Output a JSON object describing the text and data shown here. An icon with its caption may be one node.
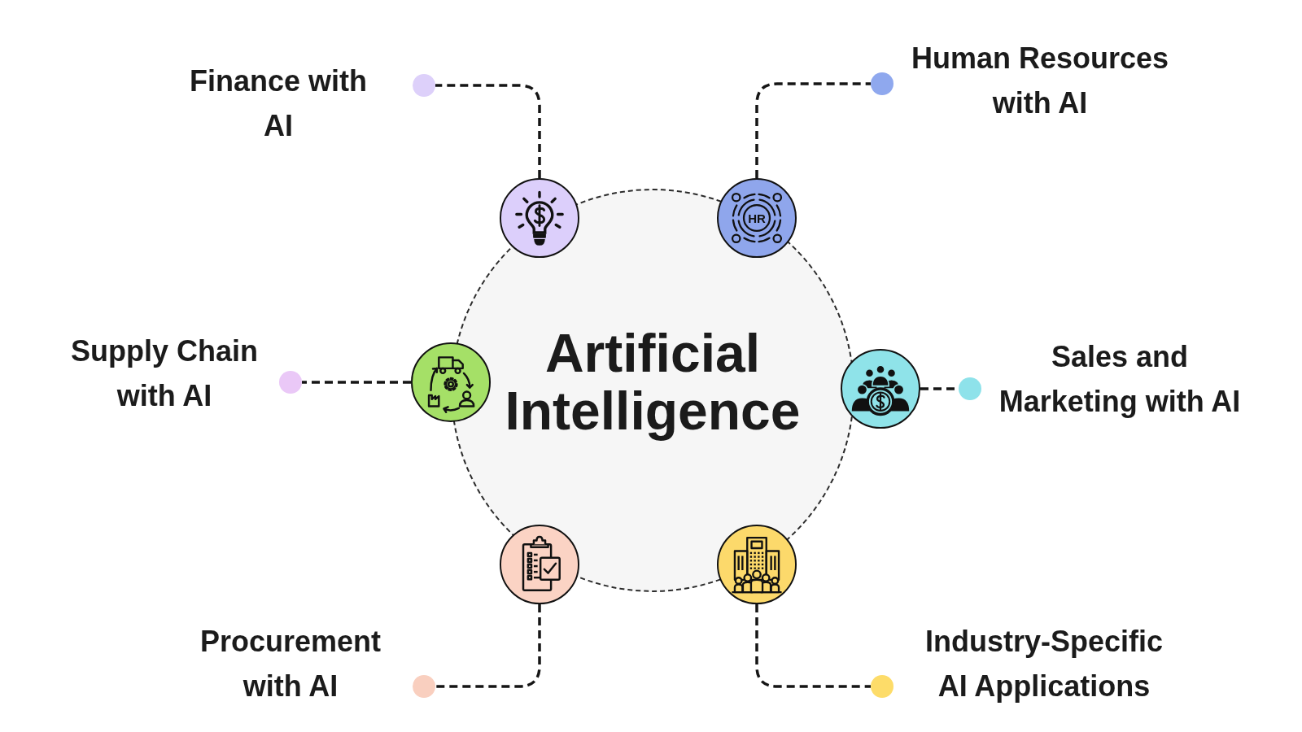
{
  "diagram": {
    "nodes": [
      {
        "text": [
          "Artificial Intelligence"
        ]
      },
      {
        "text": [],
        "shape": "picture"
      },
      {
        "text": [
          "HR"
        ]
      },
      {
        "text": [],
        "shape": "picture"
      },
      {
        "text": [],
        "shape": "picture"
      },
      {
        "text": [],
        "shape": "picture"
      },
      {
        "text": [],
        "shape": "picture"
      },
      {
        "text": [],
        "shape": "circle",
        "beside": [
          "Finance with AI"
        ]
      },
      {
        "text": [],
        "shape": "circle",
        "beside": [
          "Human Resources with AI"
        ]
      },
      {
        "text": [],
        "shape": "circle",
        "beside": [
          "Supply Chain with AI"
        ]
      },
      {
        "text": [],
        "shape": "circle",
        "beside": [
          "Sales and Marketing with AI"
        ]
      },
      {
        "text": [],
        "shape": "circle",
        "beside": [
          "Procurement with AI"
        ]
      },
      {
        "text": [],
        "shape": "circle",
        "beside": [
          "Industry-Specific AI Applications"
        ]
      }
    ],
    "edges": [
      {
        "from": 1,
        "to": 7,
        "arrow": "none",
        "style": "dashed"
      },
      {
        "from": 2,
        "to": 8,
        "arrow": "none",
        "style": "dashed"
      },
      {
        "from": 3,
        "to": 9,
        "arrow": "none",
        "style": "dashed"
      },
      {
        "from": 4,
        "to": 10,
        "arrow": "none",
        "style": "dashed"
      },
      {
        "from": 5,
        "to": 11,
        "arrow": "none",
        "style": "dashed"
      },
      {
        "from": 6,
        "to": 12,
        "arrow": "none",
        "style": "dashed"
      }
    ]
  }
}
